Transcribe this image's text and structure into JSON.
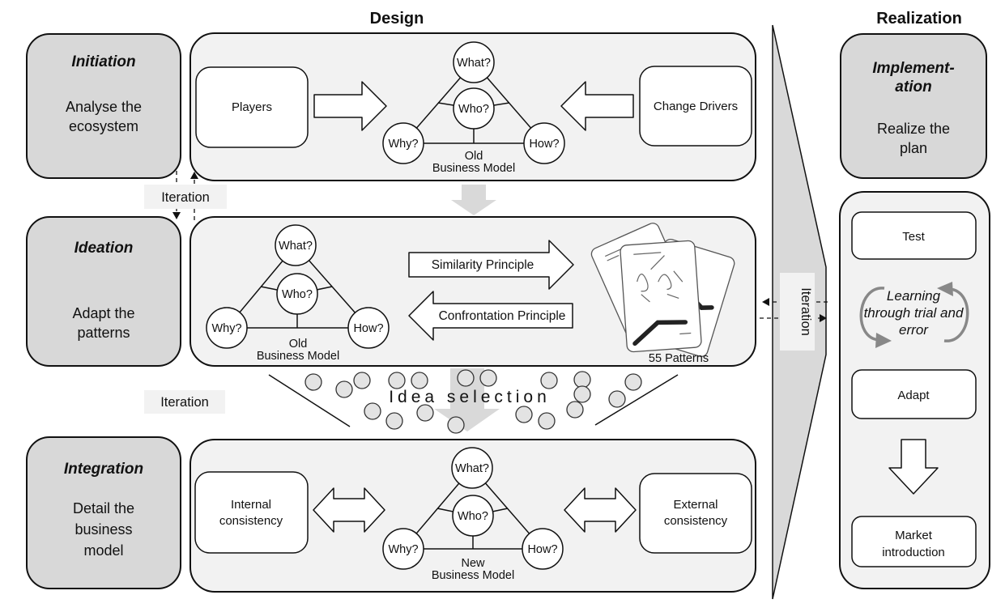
{
  "headers": {
    "design": "Design",
    "realization": "Realization"
  },
  "phases": {
    "initiation": {
      "title": "Initiation",
      "line1": "Analyse the",
      "line2": "ecosystem"
    },
    "ideation": {
      "title": "Ideation",
      "line1": "Adapt the",
      "line2": "patterns"
    },
    "integration": {
      "title": "Integration",
      "line1": "Detail the",
      "line2": "business",
      "line3": "model"
    },
    "implementation": {
      "title1": "Implement-",
      "title2": "ation",
      "line1": "Realize the",
      "line2": "plan"
    }
  },
  "design_row1": {
    "players_label": "Players",
    "change_drivers_label": "Change Drivers",
    "triangle": {
      "what": "What?",
      "who": "Who?",
      "why": "Why?",
      "how": "How?",
      "caption1": "Old",
      "caption2": "Business Model"
    }
  },
  "design_row2": {
    "similarity_label": "Similarity Principle",
    "confrontation_label": "Confrontation Principle",
    "patterns_caption": "55 Patterns",
    "triangle": {
      "what": "What?",
      "who": "Who?",
      "why": "Why?",
      "how": "How?",
      "caption1": "Old",
      "caption2": "Business Model"
    }
  },
  "design_row3": {
    "internal_line1": "Internal",
    "internal_line2": "consistency",
    "external_line1": "External",
    "external_line2": "consistency",
    "triangle": {
      "what": "What?",
      "who": "Who?",
      "why": "Why?",
      "how": "How?",
      "caption1": "New",
      "caption2": "Business Model"
    }
  },
  "idea_selection_label": "Idea selection",
  "iteration": {
    "top_left": "Iteration",
    "bottom_left": "Iteration",
    "right": "Iteration"
  },
  "realization_flow": {
    "test_label": "Test",
    "learning_line1": "Learning",
    "learning_line2": "through trial and",
    "learning_line3": "error",
    "adapt_label": "Adapt",
    "market_line1": "Market",
    "market_line2": "introduction"
  },
  "colors": {
    "phase_fill": "#d8d8d8",
    "panel_fill": "#f2f2f2",
    "big_arrow_fill": "#d9d9d9"
  }
}
